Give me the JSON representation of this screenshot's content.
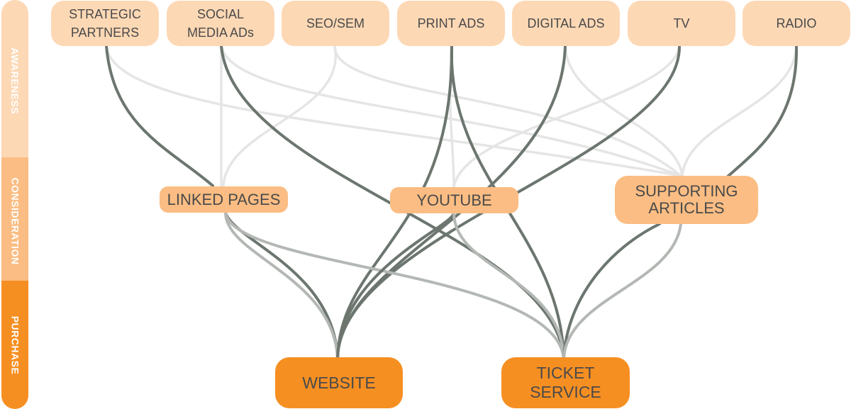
{
  "stages": [
    {
      "id": "awareness",
      "label": "AWARENESS"
    },
    {
      "id": "consideration",
      "label": "CONSIDERATION"
    },
    {
      "id": "purchase",
      "label": "PURCHASE"
    }
  ],
  "awareness_nodes": [
    {
      "id": "strategic-partners",
      "label": "STRATEGIC\nPARTNERS"
    },
    {
      "id": "social-media-ads",
      "label": "SOCIAL\nMEDIA ADs"
    },
    {
      "id": "seo-sem",
      "label": "SEO/SEM"
    },
    {
      "id": "print-ads",
      "label": "PRINT ADS"
    },
    {
      "id": "digital-ads",
      "label": "DIGITAL ADS"
    },
    {
      "id": "tv",
      "label": "TV"
    },
    {
      "id": "radio",
      "label": "RADIO"
    }
  ],
  "consideration_nodes": [
    {
      "id": "linked-pages",
      "label": "LINKED PAGES"
    },
    {
      "id": "youtube",
      "label": "YOUTUBE"
    },
    {
      "id": "supporting-articles",
      "label": "SUPPORTING\nARTICLES"
    }
  ],
  "purchase_nodes": [
    {
      "id": "website",
      "label": "WEBSITE"
    },
    {
      "id": "ticket-service",
      "label": "TICKET SERVICE"
    }
  ],
  "colors": {
    "awareness": "#fdd8b5",
    "consideration": "#fbbd83",
    "purchase": "#f68f22",
    "dark_flow": "#6c766f",
    "light_flow": "#e5e5e5",
    "mid_flow": "#b4b8b4",
    "text": "#4a4a4a"
  }
}
